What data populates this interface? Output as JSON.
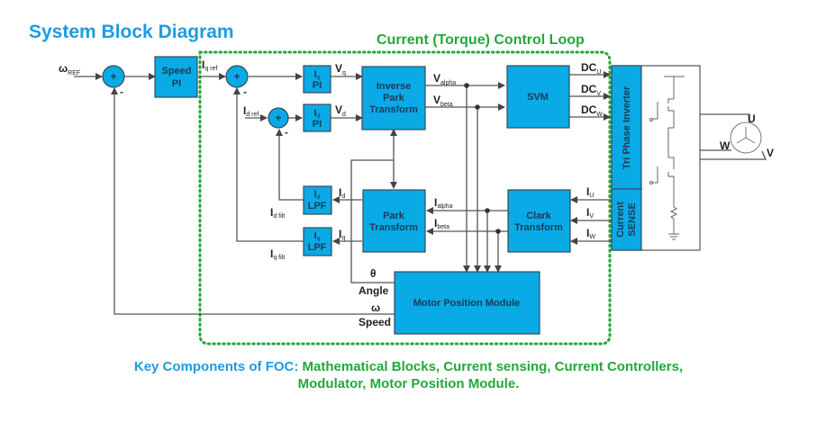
{
  "title": "System Block Diagram",
  "loop_title": "Current (Torque) Control Loop",
  "caption": {
    "key": "Key Components of FOC:",
    "line1": "Mathematical Blocks, Current sensing, Current Controllers,",
    "line2": "Modulator, Motor Position Module."
  },
  "colors": {
    "block": "#0aaae6",
    "title": "#1e9be0",
    "loop": "#22a83c"
  },
  "blocks": {
    "speed_pi": [
      "Speed",
      "PI"
    ],
    "iq_pi": [
      "I",
      "PI"
    ],
    "id_pi": [
      "I",
      "PI"
    ],
    "inv_park": [
      "Inverse",
      "Park",
      "Transform"
    ],
    "svm": "SVM",
    "inverter": "Tri Phase Inverter",
    "current_sense": [
      "Current",
      "SENSE"
    ],
    "park": [
      "Park",
      "Transform"
    ],
    "clark": [
      "Clark",
      "Transform"
    ],
    "id_lpf": [
      "I",
      "LPF"
    ],
    "iq_lpf": [
      "I",
      "LPF"
    ],
    "motor_pos": "Motor Position Module"
  },
  "signals": {
    "omega_ref": "ω",
    "omega_ref_sub": "REF",
    "iq_ref": "I",
    "iq_ref_sub": "q ref",
    "id_ref": "I",
    "id_ref_sub": "d ref",
    "vq": "V",
    "vq_sub": "q",
    "vd": "V",
    "vd_sub": "d",
    "valpha": "V",
    "valpha_sub": "alpha",
    "vbeta": "V",
    "vbeta_sub": "beta",
    "dcu": "DC",
    "dcu_sub": "U",
    "dcv": "DC",
    "dcv_sub": "V",
    "dcw": "DC",
    "dcw_sub": "W",
    "iu": "I",
    "iu_sub": "U",
    "iv": "I",
    "iv_sub": "V",
    "iw": "I",
    "iw_sub": "W",
    "ialpha": "I",
    "ialpha_sub": "alpha",
    "ibeta": "I",
    "ibeta_sub": "beta",
    "id": "I",
    "id_sub": "d",
    "iq": "I",
    "iq_sub": "q",
    "idfilt": "I",
    "idfilt_sub": "d filt",
    "iqfilt": "I",
    "iqfilt_sub": "q filt",
    "theta": "θ",
    "angle": "Angle",
    "omega": "ω",
    "speed": "Speed",
    "motor_u": "U",
    "motor_v": "V",
    "motor_w": "W",
    "plus": "+",
    "minus": "-"
  }
}
